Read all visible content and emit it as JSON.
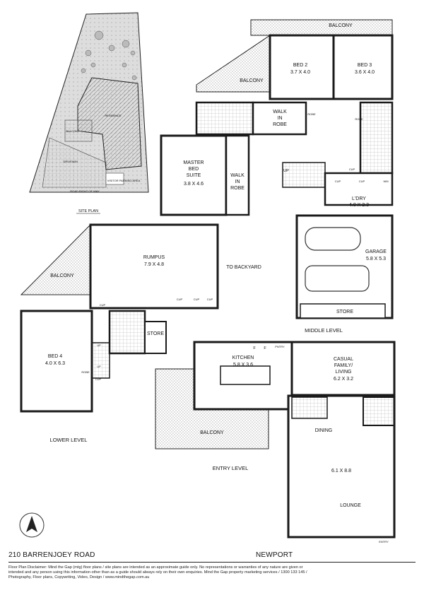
{
  "site_plan": {
    "title": "SITE PLAN",
    "balcony": "BALCONY",
    "residence": "RESIDENCE",
    "driveway": "DRIVEWAY",
    "parking": "VISITOR PARKING AREA",
    "road": "ROAD RIGHT OF WAY"
  },
  "levels": {
    "middle": "MIDDLE LEVEL",
    "lower": "LOWER LEVEL",
    "entry": "ENTRY LEVEL"
  },
  "rooms": {
    "balcony_top": "BALCONY",
    "balcony_mid": "BALCONY",
    "bed2": {
      "name": "BED 2",
      "size": "3.7 X 4.0"
    },
    "bed3": {
      "name": "BED 3",
      "size": "3.6 X 4.0"
    },
    "master": {
      "l1": "MASTER",
      "l2": "BED",
      "l3": "SUITE",
      "size": "3.8 X 4.6"
    },
    "walk_robe_1": {
      "l1": "WALK",
      "l2": "IN",
      "l3": "ROBE"
    },
    "walk_robe_2": {
      "l1": "WALK",
      "l2": "IN",
      "l3": "ROBE"
    },
    "laundry": {
      "name": "L'DRY",
      "size": "4.0 X 2.3"
    },
    "garage": {
      "name": "GARAGE",
      "size": "5.8 X 5.3"
    },
    "store_garage": "STORE",
    "rumpus": {
      "name": "RUMPUS",
      "size": "7.9 X 4.8"
    },
    "to_backyard": "TO BACKYARD",
    "balcony_lower": "BALCONY",
    "bed4": {
      "name": "BED 4",
      "size": "4.0 X 6.3"
    },
    "store_lower": "STORE",
    "kitchen": {
      "name": "KITCHEN",
      "size": "5.8 X 3.6"
    },
    "casual": {
      "l1": "CASUAL",
      "l2": "FAMILY/",
      "l3": "LIVING",
      "size": "6.2 X 3.2"
    },
    "balcony_entry": "BALCONY",
    "dining": "DINING",
    "dining_size": "6.1 X 8.8",
    "lounge": "LOUNGE",
    "entry": "ENTRY"
  },
  "fixtures": {
    "up": "UP",
    "cup": "CUP",
    "wm": "WM",
    "robe": "ROBE",
    "f": "F",
    "pntry": "PNTRY"
  },
  "footer": {
    "address": "210 BARRENJOEY ROAD",
    "suburb": "NEWPORT",
    "disclaimer": "Floor Plan Disclaimer:  Mind the Gap (mtg) floor plans / site plans are intended as an approximate guide only. No representations or warranties of any nature are given or intended and any person using this information other than as a guide should always rely on their own enquiries. Mind the Gap property marketing services / 1300 133 145 / Photography, Floor plans, Copywriting, Video, Design / www.mindthegap.com.au"
  },
  "colors": {
    "wall": "#1a1a1a",
    "hatch": "#555555",
    "background": "#ffffff"
  }
}
